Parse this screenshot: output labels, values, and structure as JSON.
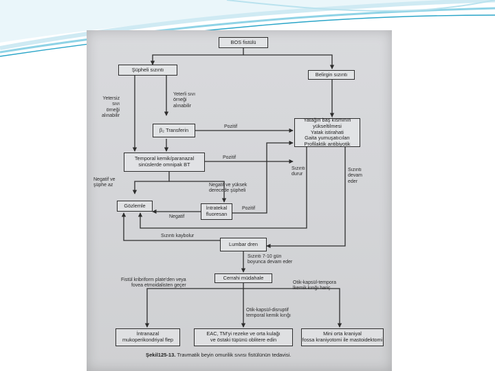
{
  "colors": {
    "accent": "#2aa5c8",
    "accent_light": "#8fd3e6",
    "photo_bg": "#d4d5d8",
    "ink": "#2d2d2d"
  },
  "flowchart": {
    "nodes": {
      "bos": "BOS fistülü",
      "supheli": "Şüpheli sızıntı",
      "belirgin": "Belirgin sızıntı",
      "transferin": "β₂ Transferin",
      "yatak": [
        "Yatağın baş kısmının",
        "yükseltilmesi",
        "Yatak istirahati",
        "Gaita yumuşatıcıları",
        "Profilaktik antibiyotik"
      ],
      "bt": [
        "Temporal kemik/paranazal",
        "sinüslerde omnipak BT"
      ],
      "gozlemle": "Gözlemle",
      "intratekal": [
        "İntratekal",
        "fluoresan"
      ],
      "lumbar": "Lumbar dren",
      "cerrahi": "Cerrahi müdahale",
      "intranazal": [
        "İntranazal",
        "mukoperikondriyal flep"
      ],
      "eac": [
        "EAC, TM'yi rezeke ve orta kulağı",
        "ve östaki tüpünü oblitere edin"
      ],
      "mini": [
        "Mini orta kraniyal",
        "fossa kraniyotomi ile mastoidektomi"
      ]
    },
    "edge_labels": {
      "yetersiz": [
        "Yetersiz",
        "sıvı",
        "örneği",
        "alınabilir"
      ],
      "yeterli": [
        "Yeterli sıvı",
        "örneği",
        "alınabilir"
      ],
      "pozitif1": "Pozitif",
      "pozitif2": "Pozitif",
      "pozitif3": "Pozitif",
      "negatif_az": [
        "Negatif ve",
        "şüphe az"
      ],
      "negatif_yuksek": [
        "Negatif ve yüksek",
        "derecede şüpheli"
      ],
      "negatif": "Negatif",
      "durur": [
        "Sızıntı",
        "durur"
      ],
      "devam": [
        "Sızıntı",
        "devam",
        "eder"
      ],
      "kaybolur": "Sızıntı kaybolur",
      "gun": [
        "Sızıntı 7-10 gün",
        "boyunca devam eder"
      ],
      "fistul": [
        "Fistül kribriform plate'den veya",
        "fovea etmoidalisten geçer"
      ],
      "otik_koruyucu": [
        "Otik-kapsül-tempora",
        "lkemik kırığı hariç"
      ],
      "otik_disruptif": [
        "Otik-kapsül-disruptif",
        "temporal kemik kırığı"
      ]
    },
    "caption_bold": "Şekil125-13.",
    "caption_text": " Travmatik beyin omurilik sıvısı fistülünün tedavisi."
  }
}
